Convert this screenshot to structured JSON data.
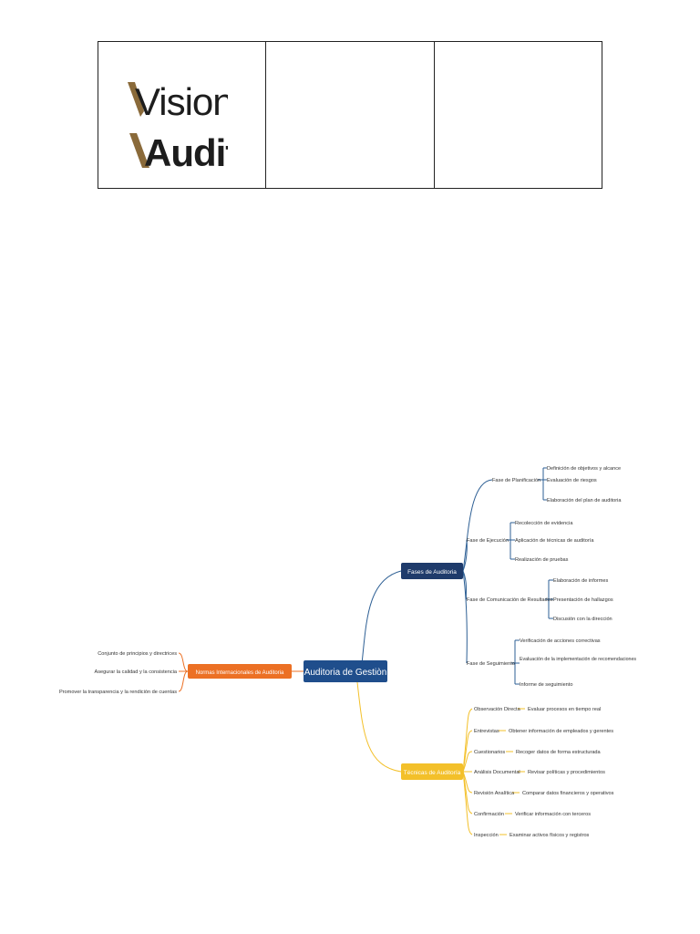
{
  "header": {
    "logo": {
      "line1": "Vision",
      "line2": "Audit"
    }
  },
  "colors": {
    "navy": "#1f3b6b",
    "blue": "#2d5f94",
    "orange": "#ec7024",
    "yellow": "#f3c02a",
    "brown": "#8a6a3a"
  },
  "mindmap": {
    "root": "Auditoria de Gestiòn",
    "left_branch": {
      "label": "Normas Internacionales de Auditoria",
      "items": [
        "Conjunto de principios y directrices",
        "Asegurar la calidad y la consistencia",
        "Promover la transparencia y la rendición de cuentas"
      ]
    },
    "fases": {
      "label": "Fases de Auditoria",
      "children": [
        {
          "label": "Fase de Planificación",
          "items": [
            "Definición de objetivos y alcance",
            "Evaluación de riesgos",
            "Elaboración del plan de auditoria"
          ]
        },
        {
          "label": "Fase de Ejecución",
          "items": [
            "Recolección de evidencia",
            "Aplicación de técnicas de auditoría",
            "Realización de pruebas"
          ]
        },
        {
          "label": "Fase de Comunicación de Resultados",
          "items": [
            "Elaboración de informes",
            "Presentación de hallazgos",
            "Discusión con la dirección"
          ]
        },
        {
          "label": "Fase de Seguimiento",
          "items": [
            "Verificación de acciones correctivas",
            "Evaluación de la implementación de recomendaciones",
            "Informe de seguimiento"
          ]
        }
      ]
    },
    "tecnicas": {
      "label": "Técnicas de Auditoría",
      "children": [
        {
          "label": "Observación Directa",
          "detail": "Evaluar procesos en tiempo real"
        },
        {
          "label": "Entrevistas",
          "detail": "Obtener información de empleados y gerentes"
        },
        {
          "label": "Cuestionarios",
          "detail": "Recoger datos de forma estructurada"
        },
        {
          "label": "Análisis Documental",
          "detail": "Revisar políticas y procedimientos"
        },
        {
          "label": "Revisión Analítica",
          "detail": "Comparar datos financieros y operativos"
        },
        {
          "label": "Confirmación",
          "detail": "Verificar información con terceros"
        },
        {
          "label": "Inspección",
          "detail": "Examinar activos físicos y registros"
        }
      ]
    }
  }
}
